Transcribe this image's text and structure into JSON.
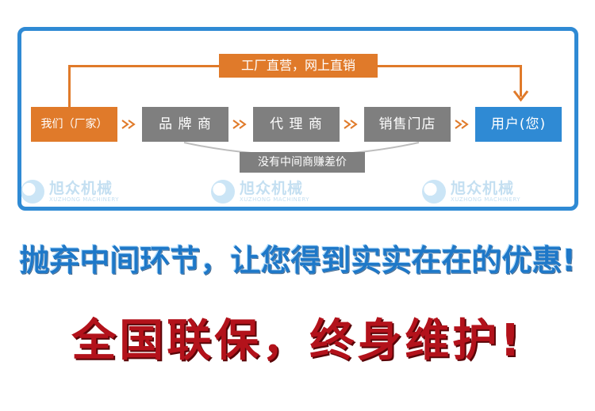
{
  "flow": {
    "direct_label": "工厂直营，网上直销",
    "nodes": {
      "us": "我们（厂家）",
      "brand": "品 牌 商",
      "agent": "代 理 商",
      "store": "销售门店",
      "user": "用户(您)"
    },
    "bypass_label": "没有中间商赚差价"
  },
  "watermark": {
    "cn": "旭众机械",
    "en": "XUZHONG MACHINERY"
  },
  "headline1": "抛弃中间环节，让您得到实实在在的优惠!",
  "headline2": "全国联保，终身维护!",
  "colors": {
    "orange": "#e07a2a",
    "gray": "#7f7f7f",
    "blue": "#2f8ad4",
    "headline_blue": "#1e78c8",
    "headline_red": "#b3121b"
  }
}
